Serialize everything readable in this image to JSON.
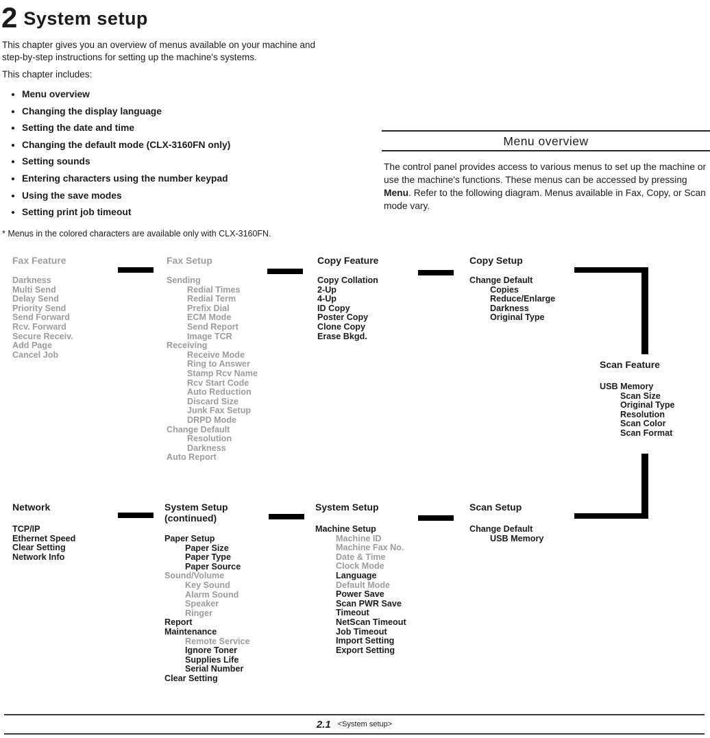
{
  "page": {
    "chapter_number": "2",
    "chapter_title": "System setup",
    "intro": "This chapter gives you an overview of menus available on your machine and step-by-step instructions for setting up the machine's systems.",
    "includes_label": "This chapter includes:",
    "bullets": [
      "Menu overview",
      "Changing the display language",
      "Setting the date and time",
      "Changing the default mode (CLX-3160FN only)",
      "Setting sounds",
      "Entering characters using the number keypad",
      "Using the save modes",
      "Setting print job timeout"
    ],
    "footnote": "* Menus in the colored characters are available only with CLX-3160FN."
  },
  "menu_overview": {
    "title": "Menu overview",
    "body_part1": "The control panel provides access to various menus to set up the machine or use the machine's functions. These menus can be accessed by pressing ",
    "body_bold": "Menu",
    "body_part2": ". Refer to the following diagram. Menus available in Fax, Copy, or Scan mode vary."
  },
  "diagram": {
    "columns": [
      {
        "title": "Fax Feature",
        "items": [
          {
            "label": "Darkness",
            "indent": 0,
            "colored": 1
          },
          {
            "label": "Multi Send",
            "indent": 0,
            "colored": 1
          },
          {
            "label": "Delay Send",
            "indent": 0,
            "colored": 1
          },
          {
            "label": "Priority Send",
            "indent": 0,
            "colored": 1
          },
          {
            "label": "Send Forward",
            "indent": 0,
            "colored": 1
          },
          {
            "label": "Rcv. Forward",
            "indent": 0,
            "colored": 1
          },
          {
            "label": "Secure Receiv.",
            "indent": 0,
            "colored": 1
          },
          {
            "label": "Add Page",
            "indent": 0,
            "colored": 1
          },
          {
            "label": "Cancel Job",
            "indent": 0,
            "colored": 1
          }
        ]
      },
      {
        "title": "Fax Setup",
        "items": [
          {
            "label": "Sending",
            "indent": 0,
            "colored": 1
          },
          {
            "label": "Redial Times",
            "indent": 1,
            "colored": 1
          },
          {
            "label": "Redial Term",
            "indent": 1,
            "colored": 1
          },
          {
            "label": "Prefix Dial",
            "indent": 1,
            "colored": 1
          },
          {
            "label": "ECM Mode",
            "indent": 1,
            "colored": 1
          },
          {
            "label": "Send Report",
            "indent": 1,
            "colored": 1
          },
          {
            "label": "Image TCR",
            "indent": 1,
            "colored": 1
          },
          {
            "label": "Receiving",
            "indent": 0,
            "colored": 1
          },
          {
            "label": "Receive Mode",
            "indent": 1,
            "colored": 1
          },
          {
            "label": "Ring to Answer",
            "indent": 1,
            "colored": 1
          },
          {
            "label": "Stamp Rcv Name",
            "indent": 1,
            "colored": 1
          },
          {
            "label": "Rcv Start Code",
            "indent": 1,
            "colored": 1
          },
          {
            "label": "Auto Reduction",
            "indent": 1,
            "colored": 1
          },
          {
            "label": "Discard Size",
            "indent": 1,
            "colored": 1
          },
          {
            "label": "Junk Fax Setup",
            "indent": 1,
            "colored": 1
          },
          {
            "label": "DRPD Mode",
            "indent": 1,
            "colored": 1
          },
          {
            "label": "Change Default",
            "indent": 0,
            "colored": 1
          },
          {
            "label": "Resolution",
            "indent": 1,
            "colored": 1
          },
          {
            "label": "Darkness",
            "indent": 1,
            "colored": 1
          },
          {
            "label": "Auto Report",
            "indent": 0,
            "colored": 1
          }
        ]
      },
      {
        "title": "Copy Feature",
        "items": [
          {
            "label": "Copy Collation",
            "indent": 0,
            "colored": 0
          },
          {
            "label": "2-Up",
            "indent": 0,
            "colored": 0
          },
          {
            "label": "4-Up",
            "indent": 0,
            "colored": 0
          },
          {
            "label": "ID Copy",
            "indent": 0,
            "colored": 0
          },
          {
            "label": "Poster Copy",
            "indent": 0,
            "colored": 0
          },
          {
            "label": "Clone Copy",
            "indent": 0,
            "colored": 0
          },
          {
            "label": "Erase Bkgd.",
            "indent": 0,
            "colored": 0
          }
        ]
      },
      {
        "title": "Copy Setup",
        "items": [
          {
            "label": "Change Default",
            "indent": 0,
            "colored": 0
          },
          {
            "label": "Copies",
            "indent": 1,
            "colored": 0
          },
          {
            "label": "Reduce/Enlarge",
            "indent": 1,
            "colored": 0
          },
          {
            "label": "Darkness",
            "indent": 1,
            "colored": 0
          },
          {
            "label": "Original Type",
            "indent": 1,
            "colored": 0
          }
        ]
      },
      {
        "title": "Scan Feature",
        "items": [
          {
            "label": "USB Memory",
            "indent": 0,
            "colored": 0
          },
          {
            "label": "Scan Size",
            "indent": 1,
            "colored": 0
          },
          {
            "label": "Original Type",
            "indent": 1,
            "colored": 0
          },
          {
            "label": "Resolution",
            "indent": 1,
            "colored": 0
          },
          {
            "label": "Scan Color",
            "indent": 1,
            "colored": 0
          },
          {
            "label": "Scan Format",
            "indent": 1,
            "colored": 0
          }
        ]
      },
      {
        "title": "Network",
        "items": [
          {
            "label": "TCP/IP",
            "indent": 0,
            "colored": 0
          },
          {
            "label": "Ethernet Speed",
            "indent": 0,
            "colored": 0
          },
          {
            "label": "Clear Setting",
            "indent": 0,
            "colored": 0
          },
          {
            "label": "Network Info",
            "indent": 0,
            "colored": 0
          }
        ]
      },
      {
        "title": "System Setup\n(continued)",
        "items": [
          {
            "label": "Paper Setup",
            "indent": 0,
            "colored": 0
          },
          {
            "label": "Paper Size",
            "indent": 1,
            "colored": 0
          },
          {
            "label": "Paper Type",
            "indent": 1,
            "colored": 0
          },
          {
            "label": "Paper Source",
            "indent": 1,
            "colored": 0
          },
          {
            "label": "Sound/Volume",
            "indent": 0,
            "colored": 1
          },
          {
            "label": "Key Sound",
            "indent": 1,
            "colored": 1
          },
          {
            "label": "Alarm Sound",
            "indent": 1,
            "colored": 1
          },
          {
            "label": "Speaker",
            "indent": 1,
            "colored": 1
          },
          {
            "label": "Ringer",
            "indent": 1,
            "colored": 1
          },
          {
            "label": "Report",
            "indent": 0,
            "colored": 0
          },
          {
            "label": "Maintenance",
            "indent": 0,
            "colored": 0
          },
          {
            "label": "Remote Service",
            "indent": 1,
            "colored": 1
          },
          {
            "label": "Ignore Toner",
            "indent": 1,
            "colored": 0
          },
          {
            "label": "Supplies Life",
            "indent": 1,
            "colored": 0
          },
          {
            "label": "Serial Number",
            "indent": 1,
            "colored": 0
          },
          {
            "label": "Clear Setting",
            "indent": 0,
            "colored": 0
          }
        ]
      },
      {
        "title": "System Setup",
        "items": [
          {
            "label": "Machine Setup",
            "indent": 0,
            "colored": 0
          },
          {
            "label": "Machine ID",
            "indent": 1,
            "colored": 1
          },
          {
            "label": "Machine Fax No.",
            "indent": 1,
            "colored": 1
          },
          {
            "label": "Date & Time",
            "indent": 1,
            "colored": 1
          },
          {
            "label": "Clock Mode",
            "indent": 1,
            "colored": 1
          },
          {
            "label": "Language",
            "indent": 1,
            "colored": 0
          },
          {
            "label": "Default Mode",
            "indent": 1,
            "colored": 1
          },
          {
            "label": "Power Save",
            "indent": 1,
            "colored": 0
          },
          {
            "label": "Scan PWR Save",
            "indent": 1,
            "colored": 0
          },
          {
            "label": "Timeout",
            "indent": 1,
            "colored": 0
          },
          {
            "label": "NetScan Timeout",
            "indent": 1,
            "colored": 0
          },
          {
            "label": "Job Timeout",
            "indent": 1,
            "colored": 0
          },
          {
            "label": "Import Setting",
            "indent": 1,
            "colored": 0
          },
          {
            "label": "Export Setting",
            "indent": 1,
            "colored": 0
          }
        ]
      },
      {
        "title": "Scan Setup",
        "items": [
          {
            "label": "Change Default",
            "indent": 0,
            "colored": 0
          },
          {
            "label": "USB Memory",
            "indent": 1,
            "colored": 0
          }
        ]
      }
    ]
  },
  "footer": {
    "page_number": "2.1",
    "section": "<System setup>"
  },
  "colors": {
    "colored_menu": "#9a9da0",
    "text": "#1b1b1b",
    "connector": "#000000"
  }
}
